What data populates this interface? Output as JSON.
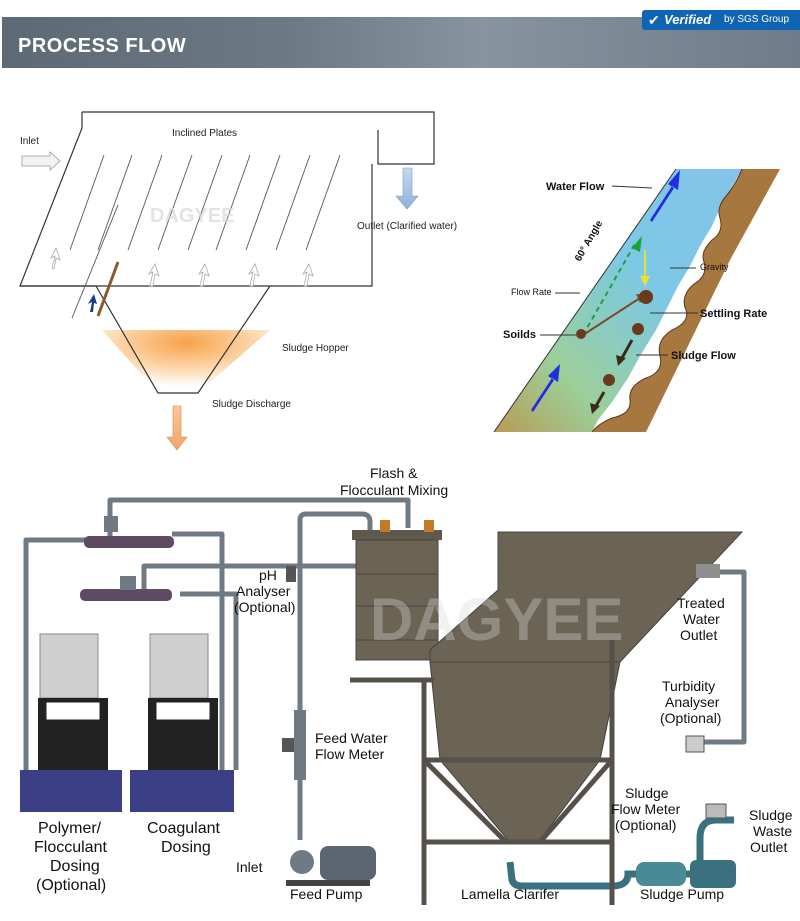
{
  "header": {
    "title": "PROCESS FLOW",
    "badge_verified": "Verified",
    "badge_by": "by SGS Group",
    "badge_color": "#0f64b4"
  },
  "top_diagram": {
    "inlet": "Inlet",
    "inclined_plates": "Inclined Plates",
    "outlet": "Outlet (Clarified water)",
    "sludge_hopper": "Sludge Hopper",
    "sludge_discharge": "Sludge Discharge",
    "watermark": "DAGYEE"
  },
  "settling_diagram": {
    "water_flow": "Water Flow",
    "angle": "60° Angle",
    "gravity": "Gravity",
    "flow_rate": "Flow Rate",
    "settling_rate": "Settling Rate",
    "soilds": "Soilds",
    "sludge_flow": "Sludge Flow"
  },
  "bottom_diagram": {
    "flash_line1": "Flash &",
    "flash_line2": "Flocculant Mixing",
    "ph_line1": "pH",
    "ph_line2": "Analyser",
    "ph_line3": "(Optional)",
    "treated_line1": "Treated",
    "treated_line2": "Water",
    "treated_line3": "Outlet",
    "turbidity_line1": "Turbidity",
    "turbidity_line2": "Analyser",
    "turbidity_line3": "(Optional)",
    "feed_flow_line1": "Feed Water",
    "feed_flow_line2": "Flow Meter",
    "sludge_meter_line1": "Sludge",
    "sludge_meter_line2": "Flow Meter",
    "sludge_meter_line3": "(Optional)",
    "sludge_waste_line1": "Sludge",
    "sludge_waste_line2": "Waste",
    "sludge_waste_line3": "Outlet",
    "polymer_line1": "Polymer/",
    "polymer_line2": "Flocculant",
    "polymer_line3": "Dosing",
    "polymer_line4": "(Optional)",
    "coagulant_line1": "Coagulant",
    "coagulant_line2": "Dosing",
    "inlet": "Inlet",
    "feed_pump": "Feed Pump",
    "lamella": "Lamella Clarifer",
    "sludge_pump": "Sludge Pump",
    "watermark": "DAGYEE"
  },
  "colors": {
    "tank": "#6b6353",
    "pipe": "#7f8a94",
    "dosing_base": "#3a3f86",
    "water": "#87c9e8",
    "sediment": "#a6844f"
  }
}
